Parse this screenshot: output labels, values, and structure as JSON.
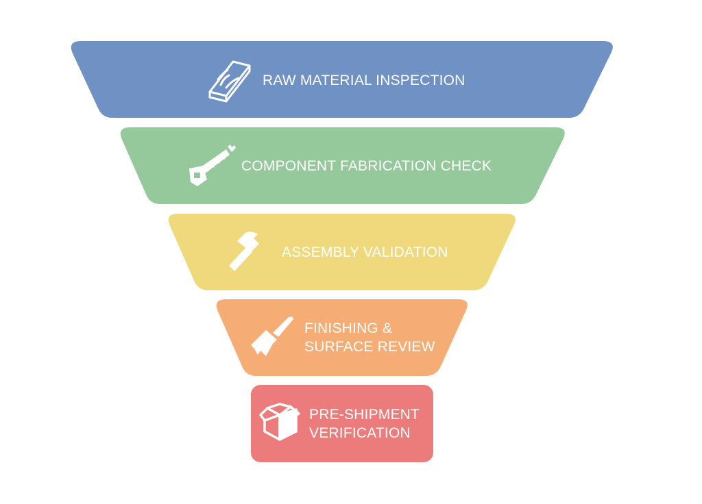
{
  "funnel": {
    "stages": [
      {
        "lines": [
          "RAW MATERIAL INSPECTION"
        ],
        "icon": "wood-plank-icon",
        "color": "#6f91c3"
      },
      {
        "lines": [
          "COMPONENT FABRICATION CHECK"
        ],
        "icon": "saw-icon",
        "color": "#95c89b"
      },
      {
        "lines": [
          "ASSEMBLY VALIDATION"
        ],
        "icon": "hammer-icon",
        "color": "#f0d97d"
      },
      {
        "lines": [
          "FINISHING &",
          "SURFACE REVIEW"
        ],
        "icon": "paintbrush-icon",
        "color": "#f5ad75"
      },
      {
        "lines": [
          "PRE-SHIPMENT",
          "VERIFICATION"
        ],
        "icon": "box-icon",
        "color": "#ec7b7b"
      }
    ]
  }
}
